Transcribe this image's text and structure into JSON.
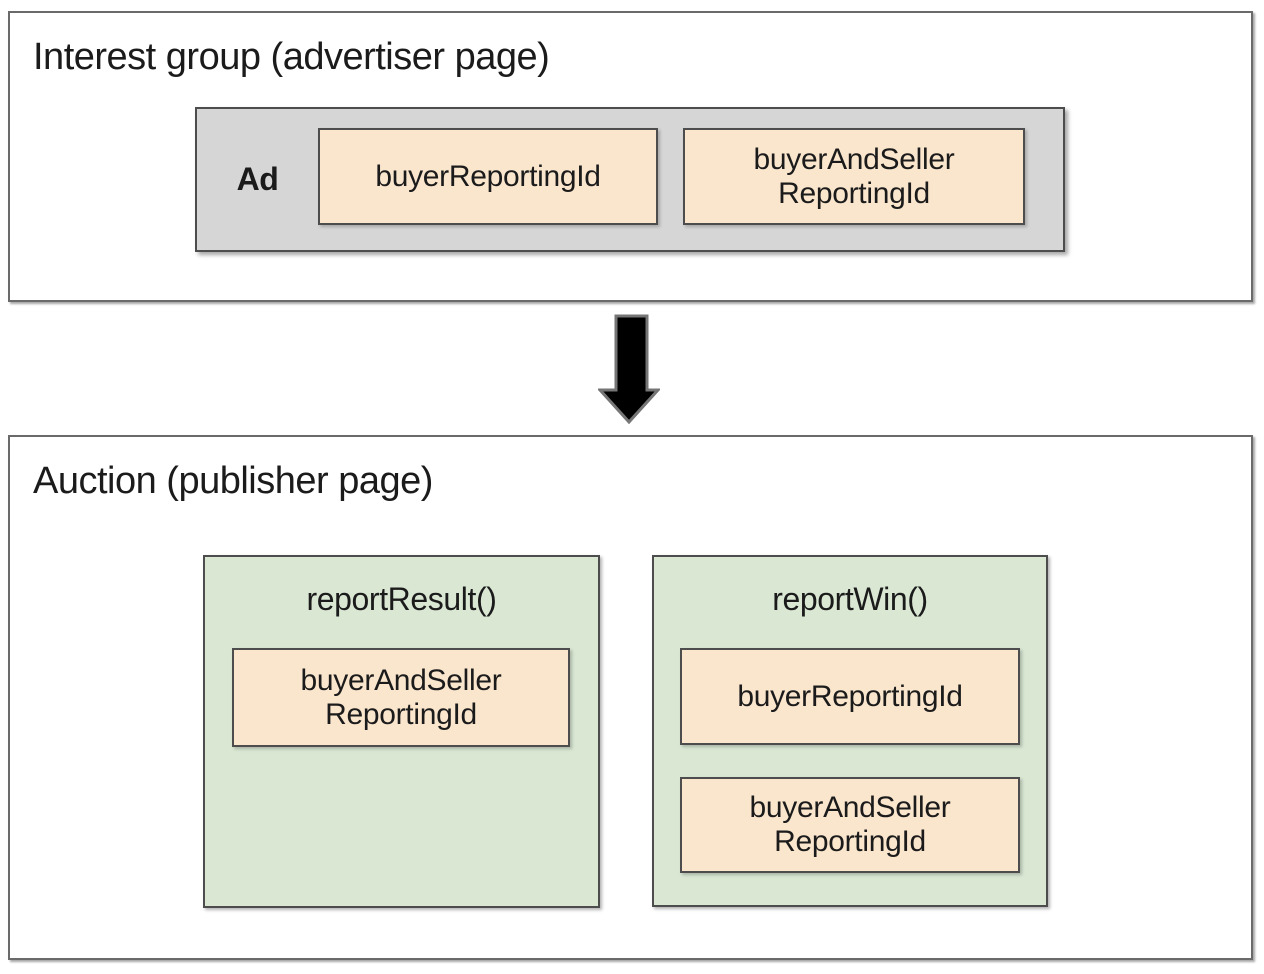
{
  "colors": {
    "section_border": "#6a6a6a",
    "box_border": "#4d4d4d",
    "ad_box_bg": "#d6d6d6",
    "chip_bg": "#fae5cd",
    "function_box_bg": "#d9e7d3",
    "arrow_fill": "#000000",
    "arrow_outline": "#757575",
    "text": "#1b1b1b"
  },
  "interest_group_section": {
    "title": "Interest group (advertiser page)",
    "ad_box": {
      "label": "Ad",
      "chips": [
        "buyerReportingId",
        "buyerAndSeller\nReportingId"
      ]
    }
  },
  "auction_section": {
    "title": "Auction (publisher page)",
    "report_result_box": {
      "title": "reportResult()",
      "chips": [
        "buyerAndSeller\nReportingId"
      ]
    },
    "report_win_box": {
      "title": "reportWin()",
      "chips": [
        "buyerReportingId",
        "buyerAndSeller\nReportingId"
      ]
    }
  }
}
